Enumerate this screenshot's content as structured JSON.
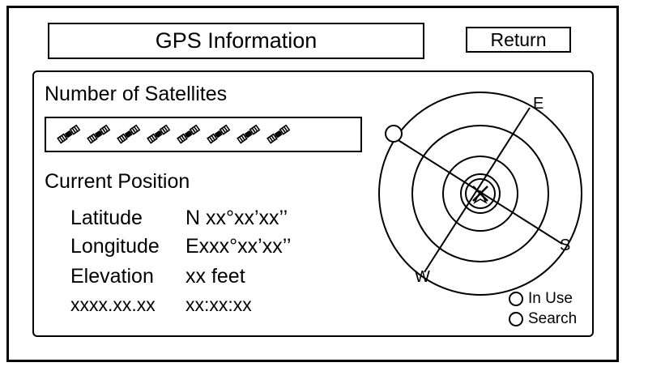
{
  "header": {
    "title": "GPS Information",
    "return_label": "Return"
  },
  "satellites": {
    "heading": "Number of Satellites",
    "count": 8,
    "icon": "satellite-icon"
  },
  "position": {
    "heading": "Current Position",
    "rows": [
      {
        "label": "Latitude",
        "value": "N xx°xx’xx’’"
      },
      {
        "label": "Longitude",
        "value": "Exxx°xx’xx’’"
      },
      {
        "label": "Elevation",
        "value": "xx feet"
      },
      {
        "label": "xxxx.xx.xx",
        "value": "xx:xx:xx"
      }
    ]
  },
  "compass": {
    "labels": {
      "east": "E",
      "south": "S",
      "west": "W"
    }
  },
  "legend": {
    "in_use": "In Use",
    "search": "Search"
  }
}
